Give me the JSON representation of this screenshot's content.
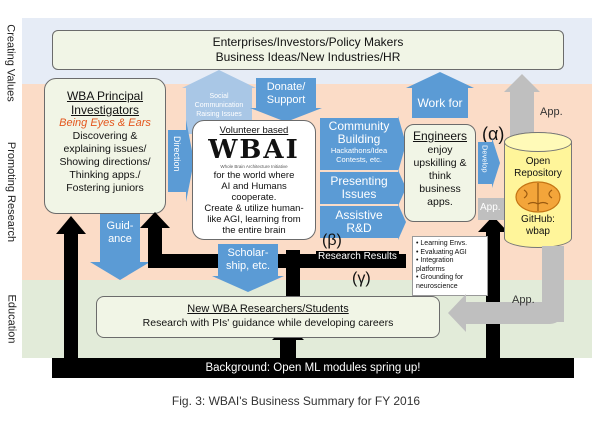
{
  "bands": {
    "creating": "Creating Values",
    "promoting": "Promoting Research",
    "education": "Education"
  },
  "top_box": {
    "line1": "Enterprises/Investors/Policy Makers",
    "line2": "Business Ideas/New Industries/HR"
  },
  "pi_box": {
    "title1": "WBA Principal",
    "title2": "Investigators",
    "highlight": "Being Eyes & Ears",
    "body": [
      "Discovering &",
      "explaining issues/",
      "Showing directions/",
      "Thinking apps./",
      "Fostering juniors"
    ]
  },
  "wbai_box": {
    "title": "Volunteer based",
    "logo": "WBAI",
    "logo_sub": "Whole Brain Architecture Initiative",
    "body": [
      "for the world where",
      "AI and Humans",
      "cooperate.",
      "Create & utilize human-",
      "like AGI, learning from",
      "the entire brain"
    ]
  },
  "engineers_box": {
    "title": "Engineers",
    "body": [
      "enjoy",
      "upskilling &",
      "think",
      "business",
      "apps."
    ]
  },
  "repo": {
    "title1": "Open",
    "title2": "Repository",
    "footer1": "GitHub:",
    "footer2": "wbap"
  },
  "researchers_box": {
    "title": "New WBA Researchers/Students",
    "body": "Research with PIs' guidance while developing careers"
  },
  "background_bar": "Background: Open ML modules spring up!",
  "arrows": {
    "social": "Social Communication Raising Issues",
    "donate1": "Donate/",
    "donate2": "Support",
    "community1": "Community",
    "community2": "Building",
    "community_sub1": "Hackathons/Idea",
    "community_sub2": "Contests, etc.",
    "presenting1": "Presenting",
    "presenting2": "Issues",
    "assistive1": "Assistive",
    "assistive2": "R&D",
    "work_for": "Work for",
    "direction": "Direction",
    "develop": "Develop",
    "guidance1": "Guid-",
    "guidance2": "ance",
    "scholarship1": "Scholar-",
    "scholarship2": "ship, etc.",
    "research_results": "Research Results",
    "app_top": "App.",
    "app_mid": "App.",
    "app_bottom": "App."
  },
  "greek": {
    "alpha": "(α)",
    "beta": "(β)",
    "gamma": "(γ)"
  },
  "bullets": [
    "Learning Envs.",
    "Evaluating AGI",
    "Integration platforms",
    "Grounding for neuroscience"
  ],
  "caption": "Fig. 3: WBAI's Business Summary for FY 2016",
  "colors": {
    "creating_band": "#e6ecf6",
    "promoting_band": "#fbdcc7",
    "education_band": "#e2ebd9",
    "blue_arrow": "#5b9bd5",
    "light_blue_arrow": "#a9c7e6",
    "highlight": "#e4571e",
    "repo_fill": "#fff59a",
    "brain": "#f3a53a"
  }
}
